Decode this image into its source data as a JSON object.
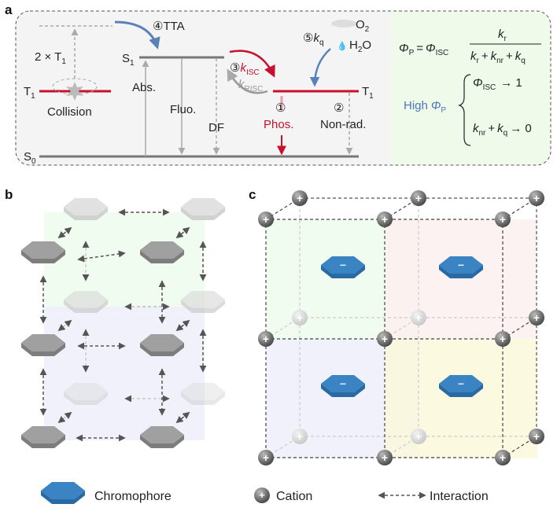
{
  "panels": {
    "a": "a",
    "b": "b",
    "c": "c"
  },
  "panel_a": {
    "levels": {
      "S": "S",
      "T": "T",
      "sub0": "0",
      "sub1": "1"
    },
    "two_t1": "2 × T",
    "collision": "Collision",
    "tta": "④TTA",
    "abs": "Abs.",
    "fluo": "Fluo.",
    "df": "DF",
    "isc_num": "③",
    "k": "k",
    "isc_sub": "ISC",
    "risc_sub": "RISC",
    "phos_num": "①",
    "phos": "Phos.",
    "nonrad_num": "②",
    "nonrad": "Non-rad.",
    "kq_num": "⑤",
    "q_sub": "q",
    "o2": "O",
    "o2_sub": "2",
    "h2o_h": "H",
    "h2o_sub": "2",
    "h2o_o": "O"
  },
  "equation": {
    "phi": "Φ",
    "p_sub": "P",
    "eq": "=",
    "isc_sub": "ISC",
    "k": "k",
    "r_sub": "r",
    "nr_sub": "nr",
    "q_sub": "q",
    "plus": "+",
    "high": "High",
    "arrow_one": "→ 1",
    "arrow_zero": "→ 0"
  },
  "legend": {
    "chromophore": "Chromophore",
    "cation": "Cation",
    "interaction": "Interaction",
    "cation_symbol": "+",
    "anion_symbol": "−"
  },
  "colors": {
    "red": "#c8102e",
    "blue": "#4a78b5",
    "chromophore": "#3a80c0",
    "grey_line": "#777777"
  }
}
